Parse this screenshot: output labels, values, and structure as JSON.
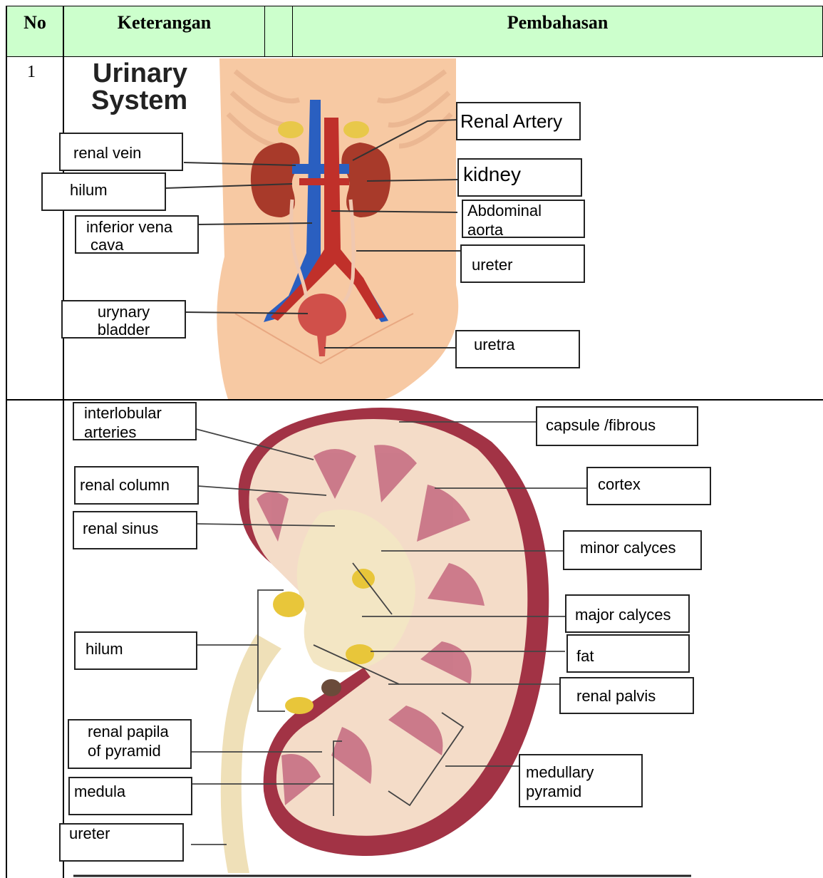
{
  "table": {
    "headers": {
      "no": "No",
      "keterangan": "Keterangan",
      "pembahasan": "Pembahasan"
    },
    "row1": {
      "no": "1"
    }
  },
  "figure1": {
    "title_line1": "Urinary",
    "title_line2": "System",
    "labels": {
      "renal_vein": "renal vein",
      "hilum": "hilum",
      "inferior_vena_cava_1": "inferior vena",
      "inferior_vena_cava_2": "cava",
      "urinary_bladder_1": "urynary",
      "urinary_bladder_2": "bladder",
      "renal_artery": "Renal Artery",
      "kidney": "kidney",
      "abdominal_aorta_1": "Abdominal",
      "abdominal_aorta_2": "aorta",
      "ureter": "ureter",
      "uretra": "uretra"
    }
  },
  "figure2": {
    "labels": {
      "interlobular_1": "interlobular",
      "interlobular_2": "arteries",
      "renal_column": "renal column",
      "renal_sinus": "renal sinus",
      "hilum": "hilum",
      "renal_papila_1": "renal papila",
      "renal_papila_2": "of pyramid",
      "medula": "medula",
      "ureter": "ureter",
      "capsule": "capsule /fibrous",
      "cortex": "cortex",
      "minor_calyces": "minor calyces",
      "major_calyces": "major calyces",
      "fat": "fat",
      "renal_palvis": "renal palvis",
      "medullary_1": "medullary",
      "medullary_2": "pyramid"
    }
  }
}
